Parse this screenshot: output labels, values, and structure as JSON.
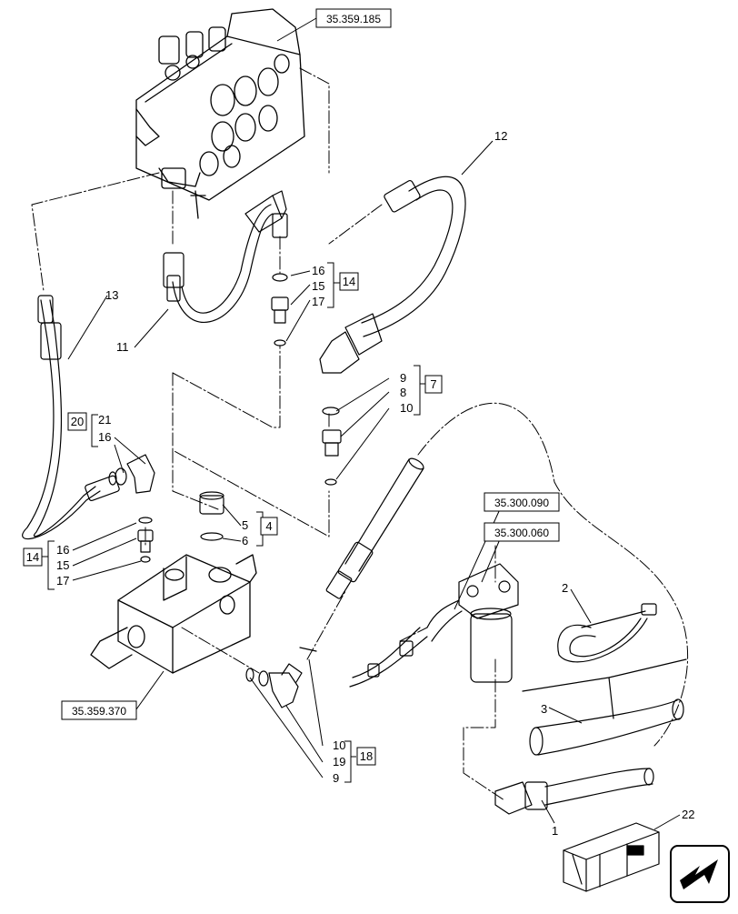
{
  "diagram": {
    "refs": {
      "top_valve": "35.359.185",
      "filter_a": "35.300.090",
      "filter_b": "35.300.060",
      "block": "35.359.370"
    },
    "groups": {
      "g14_top": "14",
      "g7": "7",
      "g20": "20",
      "g4": "4",
      "g14_left": "14",
      "g18": "18"
    },
    "labels": {
      "n12": "12",
      "n13": "13",
      "n11": "11",
      "n16a": "16",
      "n15a": "15",
      "n17a": "17",
      "n9a": "9",
      "n8": "8",
      "n10a": "10",
      "n21": "21",
      "n16b": "16",
      "n5": "5",
      "n6": "6",
      "n16c": "16",
      "n15c": "15",
      "n17c": "17",
      "n2": "2",
      "n3": "3",
      "n1": "1",
      "n22": "22",
      "n10b": "10",
      "n19": "19",
      "n9b": "9"
    },
    "nav_icon": "arrow-left-down-icon"
  }
}
